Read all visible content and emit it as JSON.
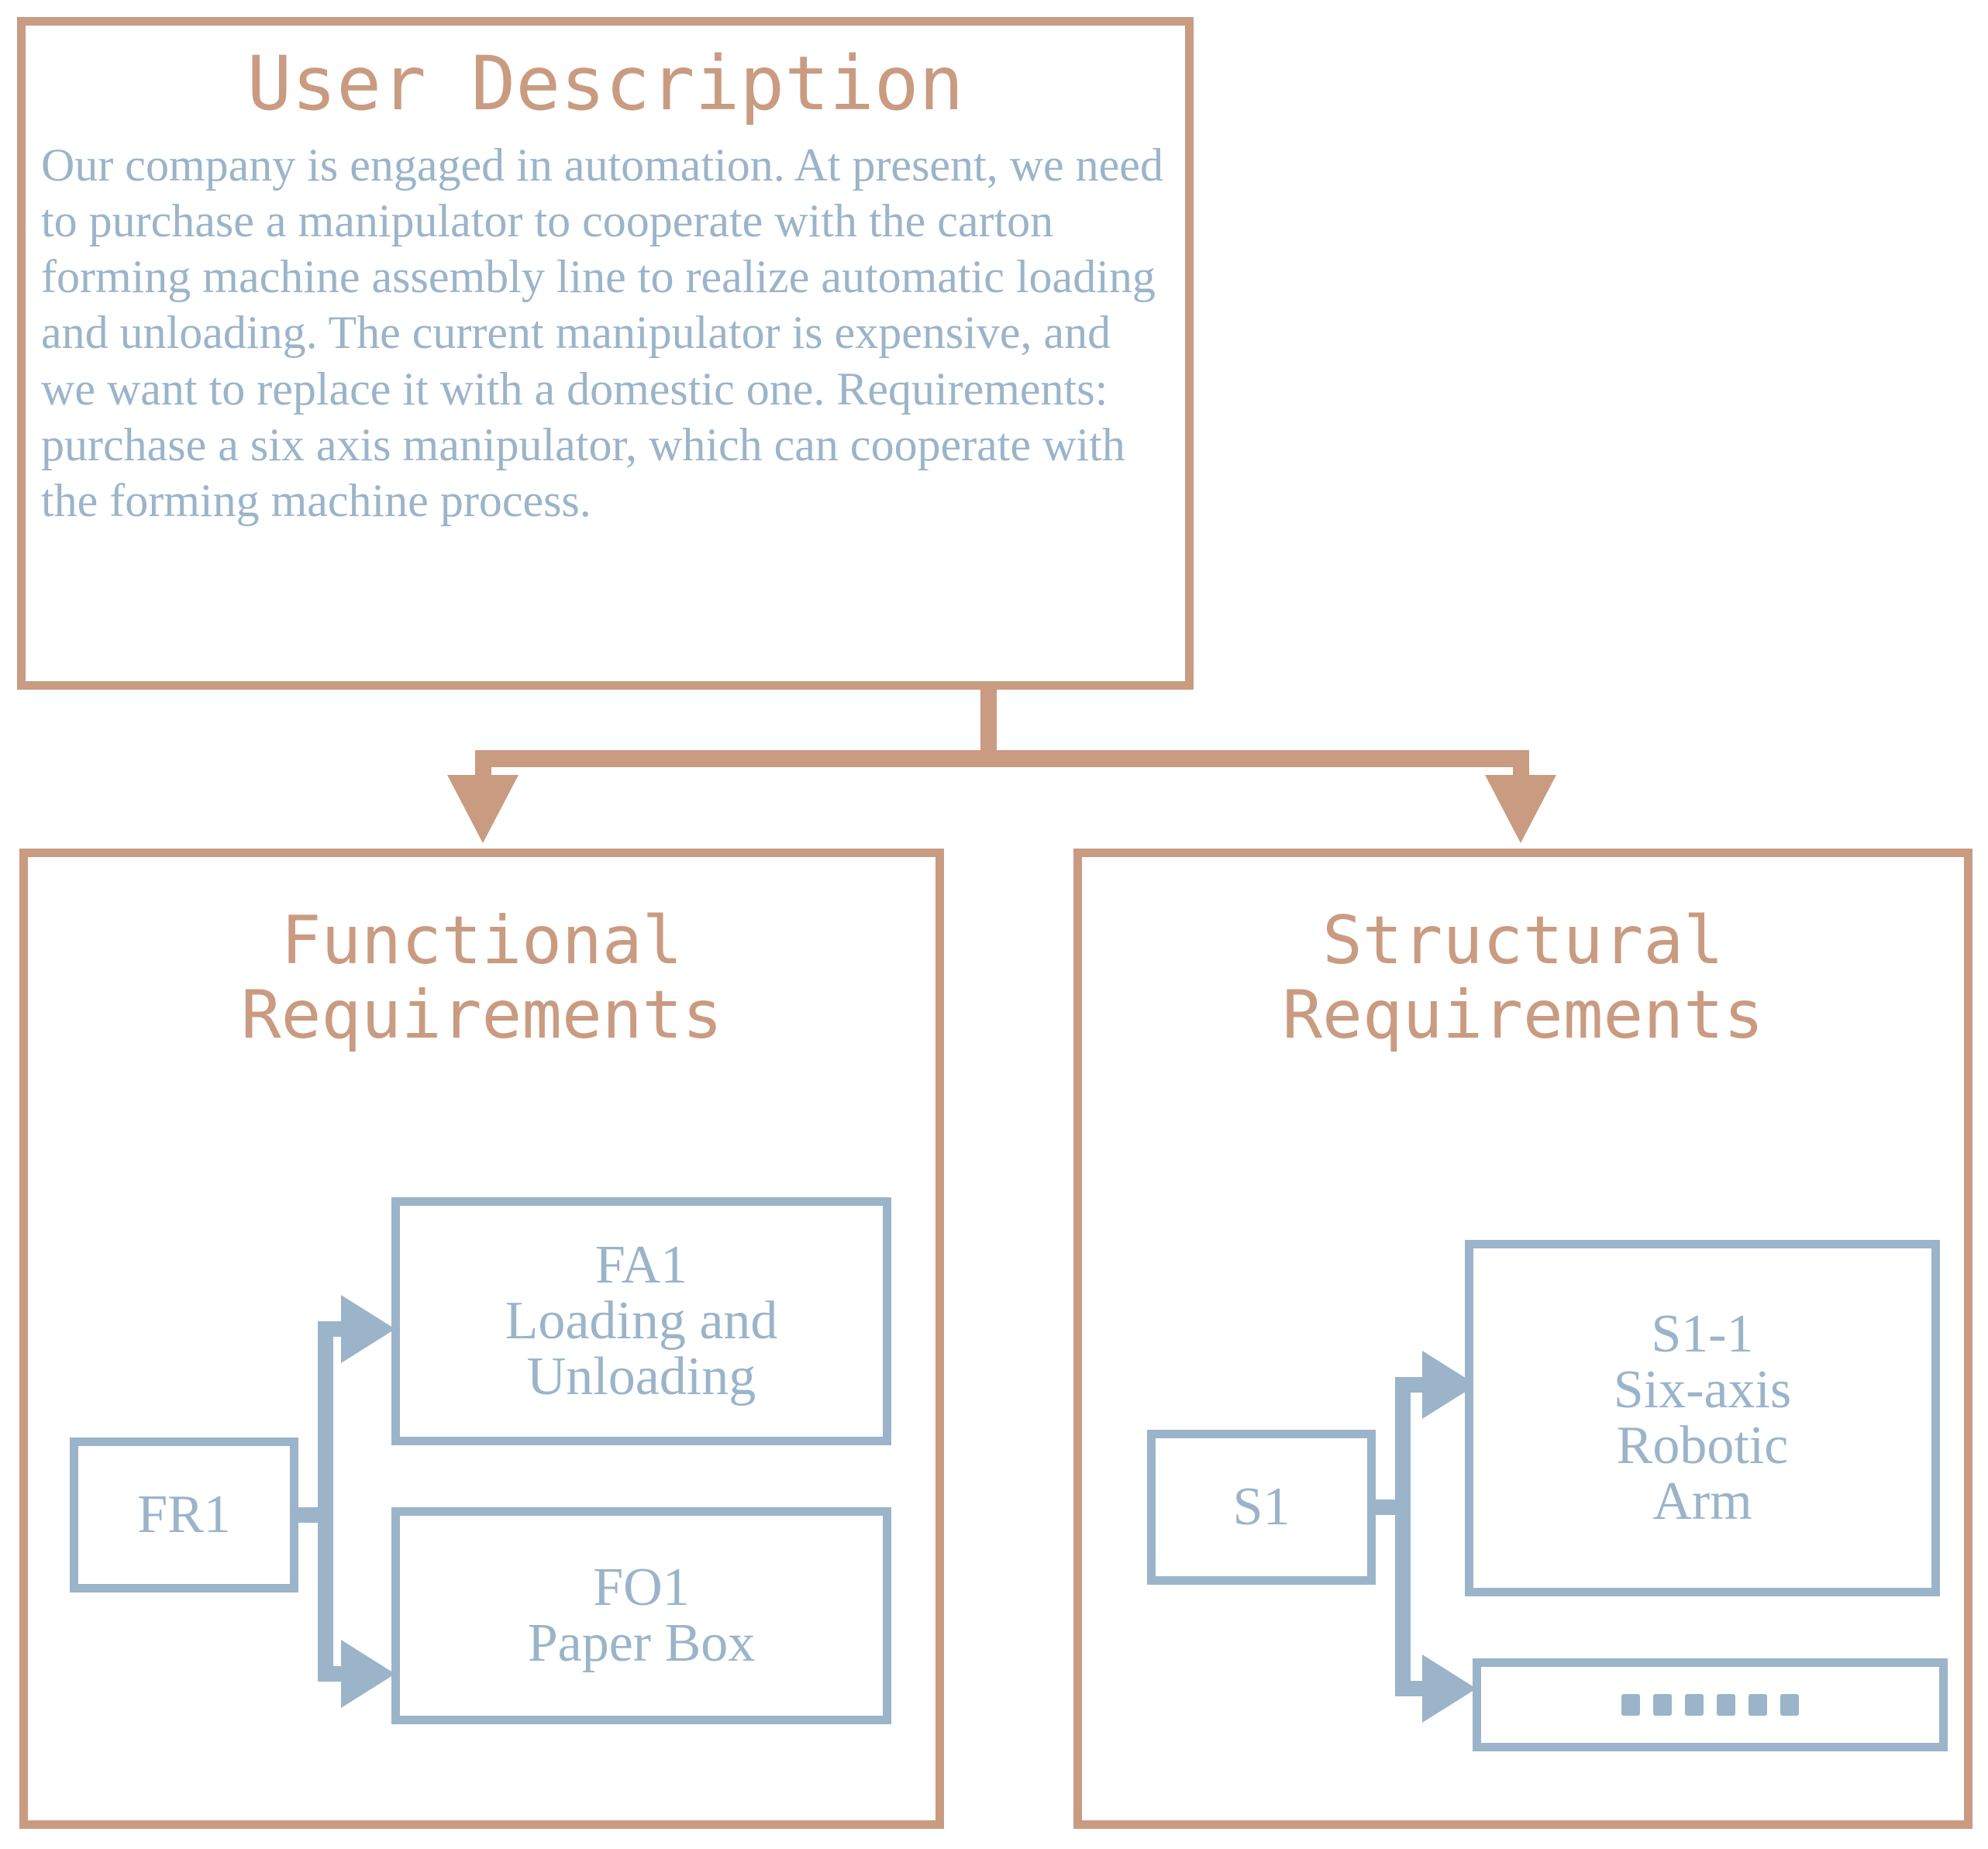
{
  "diagram": {
    "accent_tan": "#c99b81",
    "accent_blue": "#9bb4c9",
    "background": "#ffffff"
  },
  "user_description": {
    "title": "User Description",
    "body": "Our company is engaged in automation. At present, we need to purchase a manipulator to cooperate with the carton forming machine assembly line to realize automatic loading and unloading. The current manipulator is expensive, and we want to replace it with a domestic one. Requirements: purchase a six axis manipulator, which can cooperate with the forming machine process."
  },
  "functional_panel": {
    "title": "Functional\nRequirements",
    "root_node": "FR1",
    "children": [
      {
        "id": "FA1",
        "label": "FA1\nLoading and\nUnloading"
      },
      {
        "id": "FO1",
        "label": "FO1\nPaper Box"
      }
    ]
  },
  "structural_panel": {
    "title": "Structural\nRequirements",
    "root_node": "S1",
    "children": [
      {
        "id": "S1-1",
        "label": "S1-1\nSix-axis\nRobotic\nArm"
      },
      {
        "id": "ellipsis",
        "label": "……"
      }
    ]
  }
}
